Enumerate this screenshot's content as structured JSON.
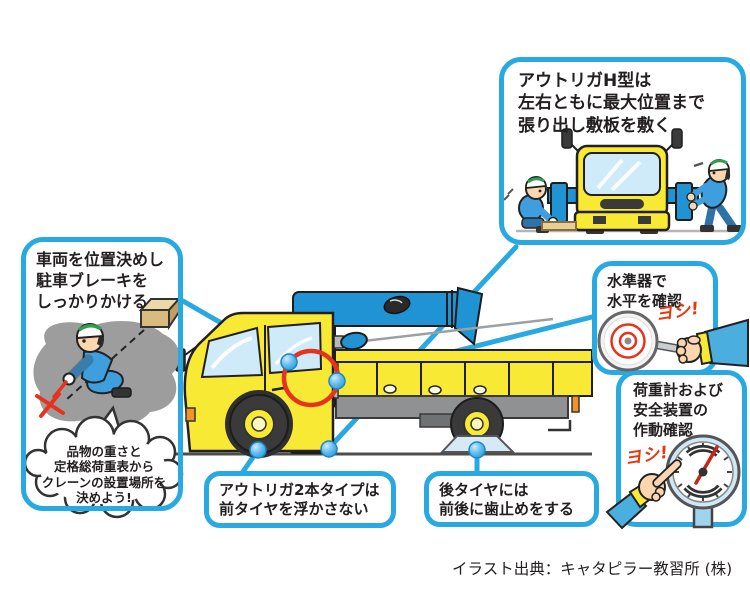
{
  "callouts": {
    "outrigger_h": {
      "text": "アウトリガH型は\n左右ともに最大位置まで\n張り出し敷板を敷く"
    },
    "positioning": {
      "text": "車両を位置決めし\n駐車ブレーキを\nしっかりかける"
    },
    "level": {
      "text": "水準器で\n水平を確認",
      "ok_label": "ヨシ!"
    },
    "load_meter": {
      "text": "荷重計および\n安全装置の\n作動確認",
      "ok_label": "ヨシ!"
    },
    "front_tire": {
      "text": "アウトリガ2本タイプは\n前タイヤを浮かさない"
    },
    "rear_tire": {
      "text": "後タイヤには\n前後に歯止めをする"
    }
  },
  "speech_bubble": {
    "text": "品物の重さと\n定格総荷重表から\nクレーンの設置場所を\n決めよう!"
  },
  "credit": "イラスト出典：キャタピラー教習所 (株)",
  "icons": {
    "connector_dot": "blue-sphere-marker",
    "level_gauge": "bullseye-level",
    "pressure_gauge": "load-meter-dial",
    "x_mark": "red-cross-ground-mark",
    "highlight": "red-circle-on-winch"
  },
  "colors": {
    "accent_blue": "#29a9e1",
    "crane_blue": "#1f93d4",
    "truck_yellow": "#f7e934",
    "alert_red": "#e6331f",
    "text_dark": "#231f20",
    "shadow_gray": "#9d9d9d"
  }
}
